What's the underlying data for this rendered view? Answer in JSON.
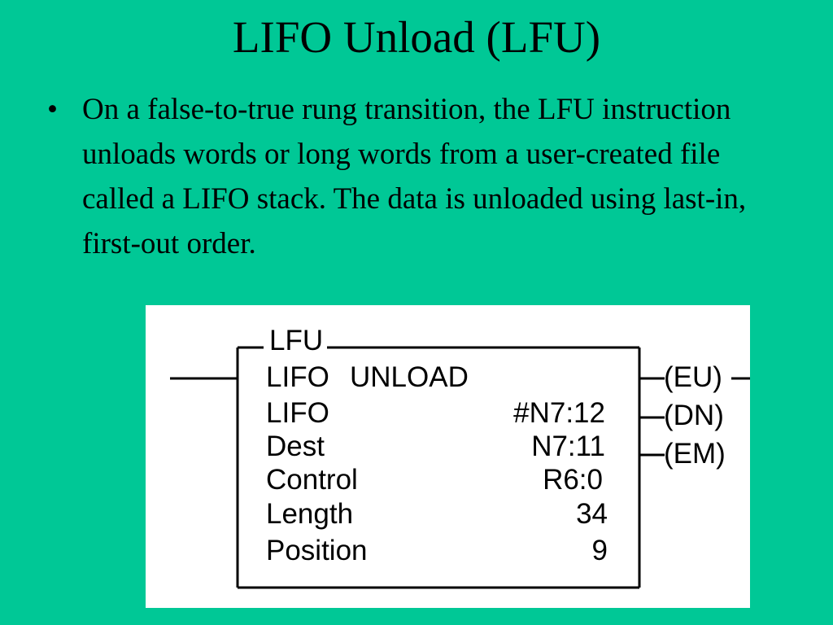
{
  "slide": {
    "title": "LIFO Unload (LFU)",
    "bullet_marker": "•",
    "bullet_text": "On a false-to-true rung transition, the LFU instruction unloads words or long words from a user-created file called a LIFO stack. The data is unloaded using last-in, first-out order.",
    "background_color": "#00c896"
  },
  "diagram": {
    "instruction_name": "LFU",
    "header": [
      "LIFO",
      "UNLOAD"
    ],
    "rows": [
      {
        "label": "LIFO",
        "value": "#N7:12"
      },
      {
        "label": "Dest",
        "value": "N7:11"
      },
      {
        "label": "Control",
        "value": "R6:0"
      },
      {
        "label": "Length",
        "value": "34"
      },
      {
        "label": "Position",
        "value": "9"
      }
    ],
    "outputs": [
      "(EU)",
      "(DN)",
      "(EM)"
    ]
  }
}
